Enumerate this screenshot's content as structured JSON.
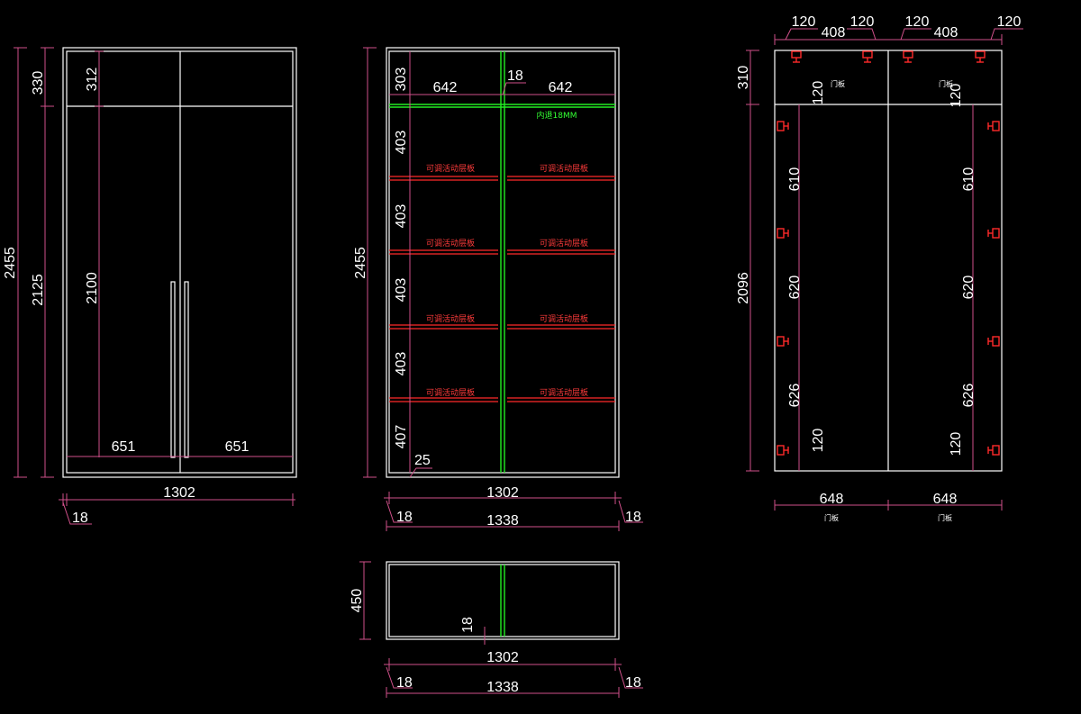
{
  "front_view": {
    "height_total": "2455",
    "height_lower": "2125",
    "height_upper": "330",
    "inner_upper": "312",
    "inner_lower": "2100",
    "door_left": "651",
    "door_right": "651",
    "width": "1302",
    "side": "18"
  },
  "inner_view": {
    "height_total": "2455",
    "top_space": "303",
    "width_left": "642",
    "width_right": "642",
    "divider": "18",
    "rail_note": "内退18MM",
    "shelf_note": "可调活动层板",
    "section_1": "403",
    "section_2": "403",
    "section_3": "403",
    "section_4": "403",
    "section_5": "407",
    "kick": "25",
    "inner_width": "1302",
    "outer_width": "1338",
    "side_left": "18",
    "side_right": "18"
  },
  "top_view": {
    "depth": "450",
    "divider": "18",
    "inner_width": "1302",
    "outer_width": "1338",
    "side_left": "18",
    "side_right": "18"
  },
  "door_view": {
    "top_a": "120",
    "top_b": "408",
    "top_c": "120",
    "top_d": "120",
    "top_e": "408",
    "top_f": "120",
    "upper_height": "310",
    "lower_height": "2096",
    "left_offset_top": "120",
    "left_gap_1": "610",
    "left_gap_2": "620",
    "left_gap_3": "626",
    "left_offset_bottom": "120",
    "right_offset_top": "120",
    "right_gap_1": "610",
    "right_gap_2": "620",
    "right_gap_3": "626",
    "right_offset_bottom": "120",
    "door_width_left": "648",
    "door_width_right": "648",
    "door_label": "门板",
    "upper_door_label_left": "门板",
    "upper_door_label_right": "门板"
  }
}
